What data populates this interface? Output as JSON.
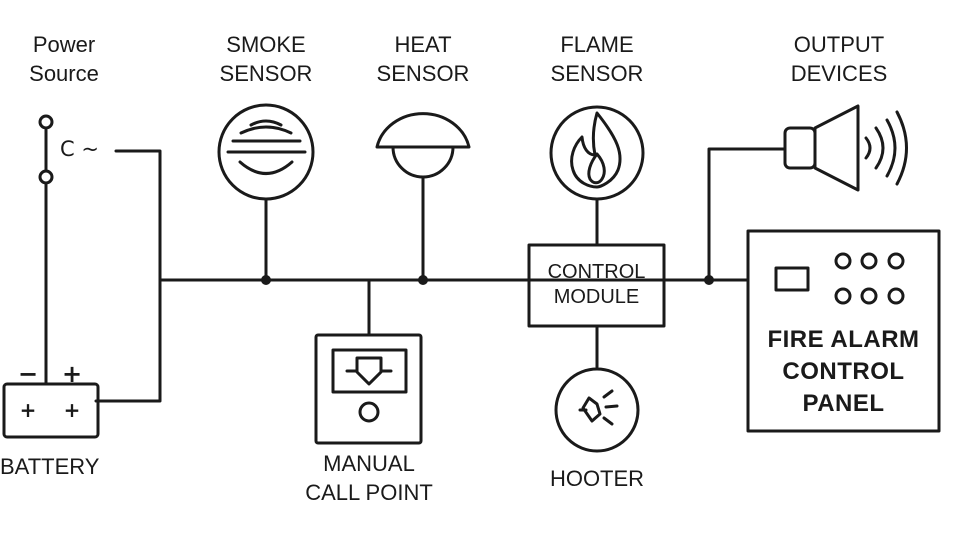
{
  "labels": {
    "power_source": "Power\nSource",
    "power_symbol": "C ~",
    "smoke_sensor": "SMOKE\nSENSOR",
    "heat_sensor": "HEAT\nSENSOR",
    "flame_sensor": "FLAME\nSENSOR",
    "output_devices": "OUTPUT\nDEVICES",
    "control_module": "CONTROL\nMODULE",
    "fire_alarm_panel": "FIRE ALARM\nCONTROL\nPANEL",
    "battery": "BATTERY",
    "manual_call_point": "MANUAL\nCALL POINT",
    "hooter": "HOOTER"
  },
  "battery_terminals": {
    "negative": "−",
    "positive": "+"
  },
  "battery_cells": {
    "left": "+",
    "right": "+"
  },
  "icons": {
    "smoke_sensor": "smoke-sensor-icon",
    "heat_sensor": "heat-sensor-icon",
    "flame_sensor": "flame-icon",
    "speaker": "speaker-icon",
    "hooter": "hooter-icon",
    "call_point": "manual-call-point-icon"
  },
  "colors": {
    "line": "#1a1a1a",
    "background": "#ffffff"
  }
}
